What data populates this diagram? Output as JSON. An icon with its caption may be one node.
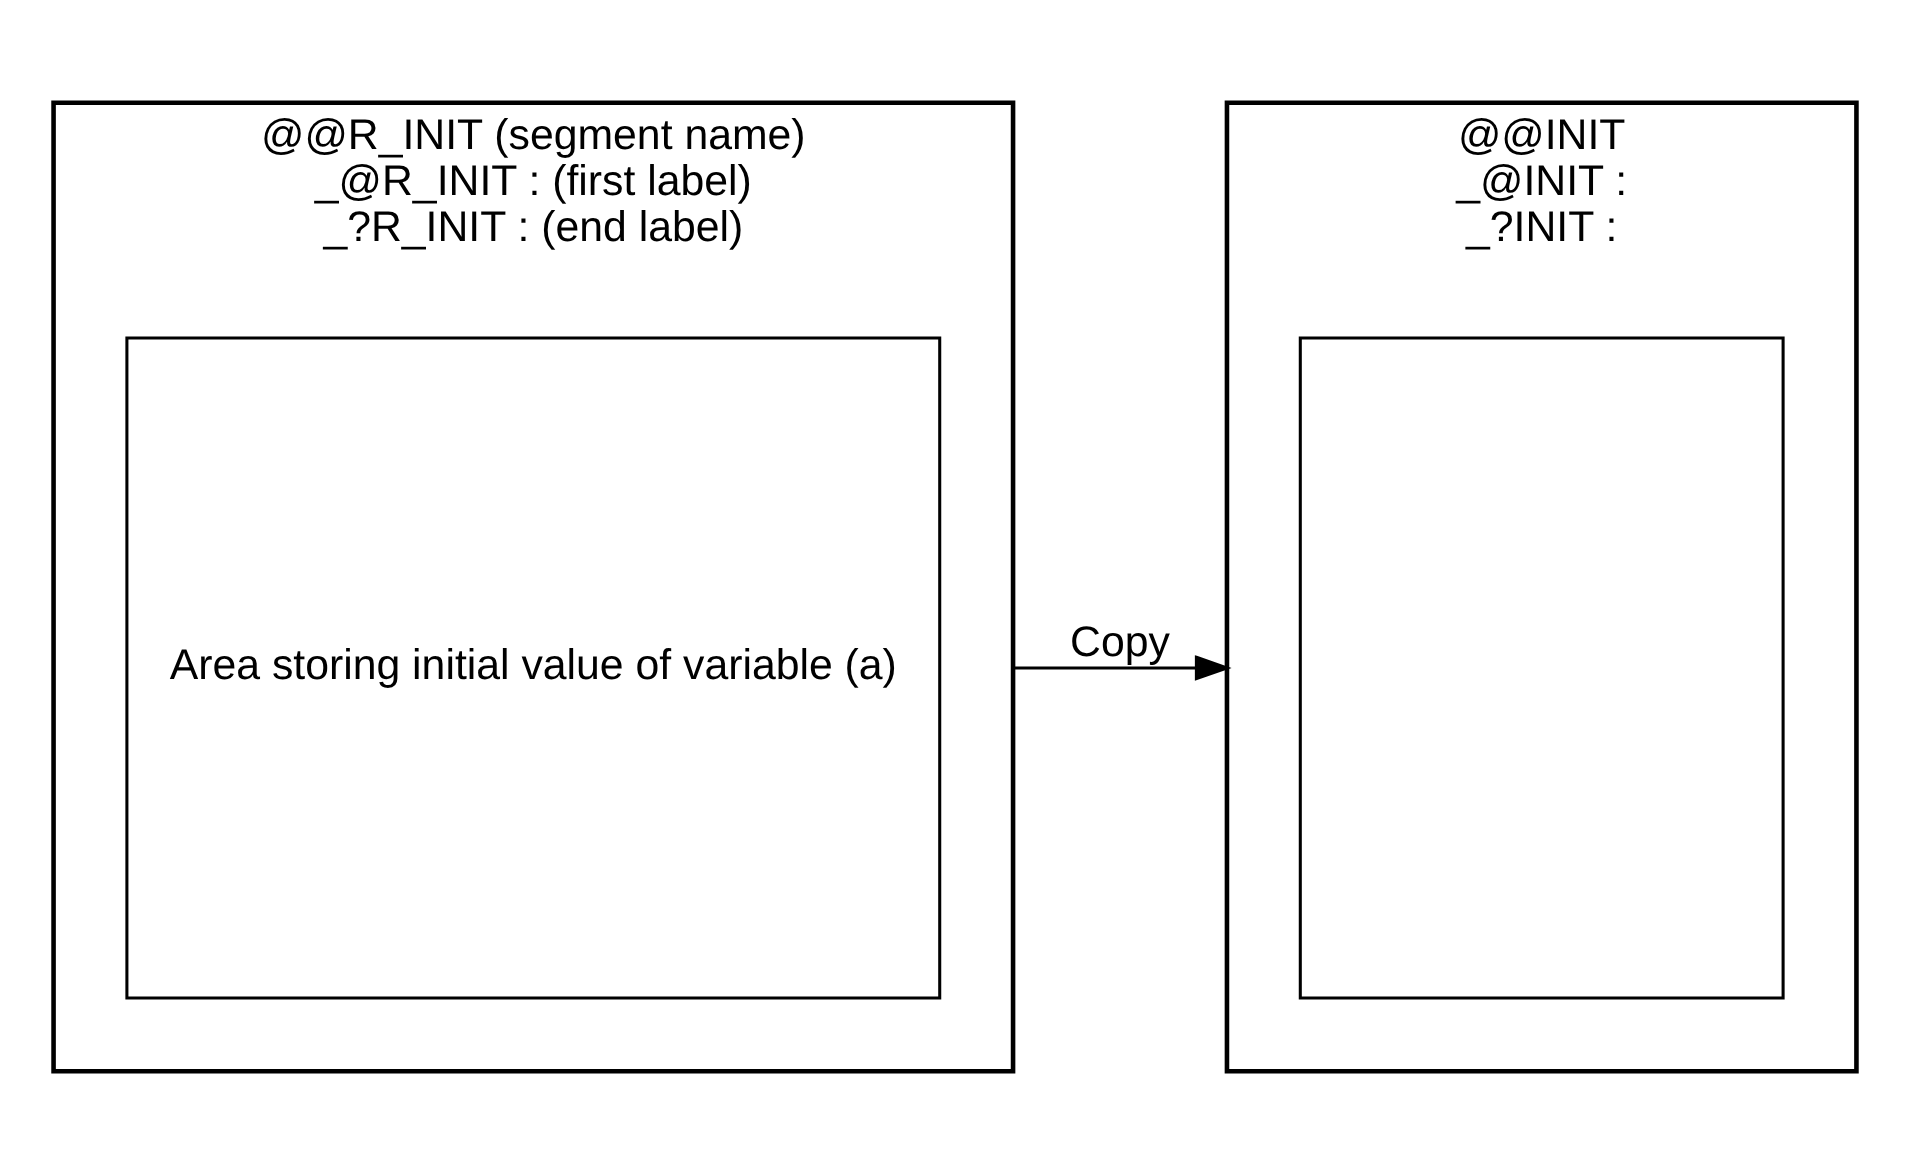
{
  "diagram": {
    "nodes": [
      {
        "text": [
          "@@R_INIT (segment name)",
          "_@R_INIT : (first label)",
          "_?R_INIT : (end label)"
        ]
      },
      {
        "text": [
          "Area storing initial value of variable (a)"
        ],
        "in": 0
      },
      {
        "text": [
          "@@INIT",
          "_@INIT :",
          "_?INIT :"
        ]
      },
      {
        "text": [],
        "shape": "box",
        "in": 2
      }
    ],
    "edges": [
      {
        "from": 0,
        "to": 2,
        "arrow": "to",
        "label": "Copy"
      }
    ]
  }
}
